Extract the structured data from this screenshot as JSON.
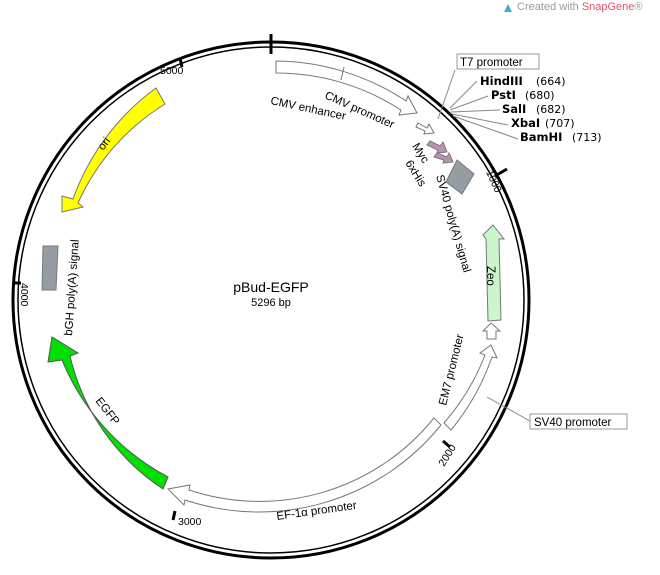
{
  "watermark": {
    "prefix": "Created with ",
    "brand": "SnapGene",
    "suffix": "®"
  },
  "plasmid": {
    "name": "pBud-EGFP",
    "length_label": "5296 bp"
  },
  "ticks": [
    "1000",
    "2000",
    "3000",
    "4000",
    "5000"
  ],
  "features": {
    "cmv_enhancer": "CMV enhancer",
    "cmv_promoter": "CMV promoter",
    "myc": "Myc",
    "his": "6xHis",
    "sv40_polya": "SV40 poly(A) signal",
    "zeo": "Zeo",
    "em7": "EM7 promoter",
    "sv40_promoter": "SV40 promoter",
    "ef1a": "EF-1α promoter",
    "egfp": "EGFP",
    "bgh": "bGH poly(A) signal",
    "ori": "ori",
    "t7": "T7 promoter"
  },
  "sites": [
    {
      "name": "HindIII",
      "pos": "(664)"
    },
    {
      "name": "PstI",
      "pos": "(680)"
    },
    {
      "name": "SalI",
      "pos": "(682)"
    },
    {
      "name": "XbaI",
      "pos": "(707)"
    },
    {
      "name": "BamHI",
      "pos": "(713)"
    }
  ],
  "colors": {
    "ori": "#ffff00",
    "egfp": "#00e000",
    "zeo": "#ccf5cc",
    "polya": "#969ca4",
    "tag": "#c090b4",
    "promoter": "#ffffff"
  }
}
